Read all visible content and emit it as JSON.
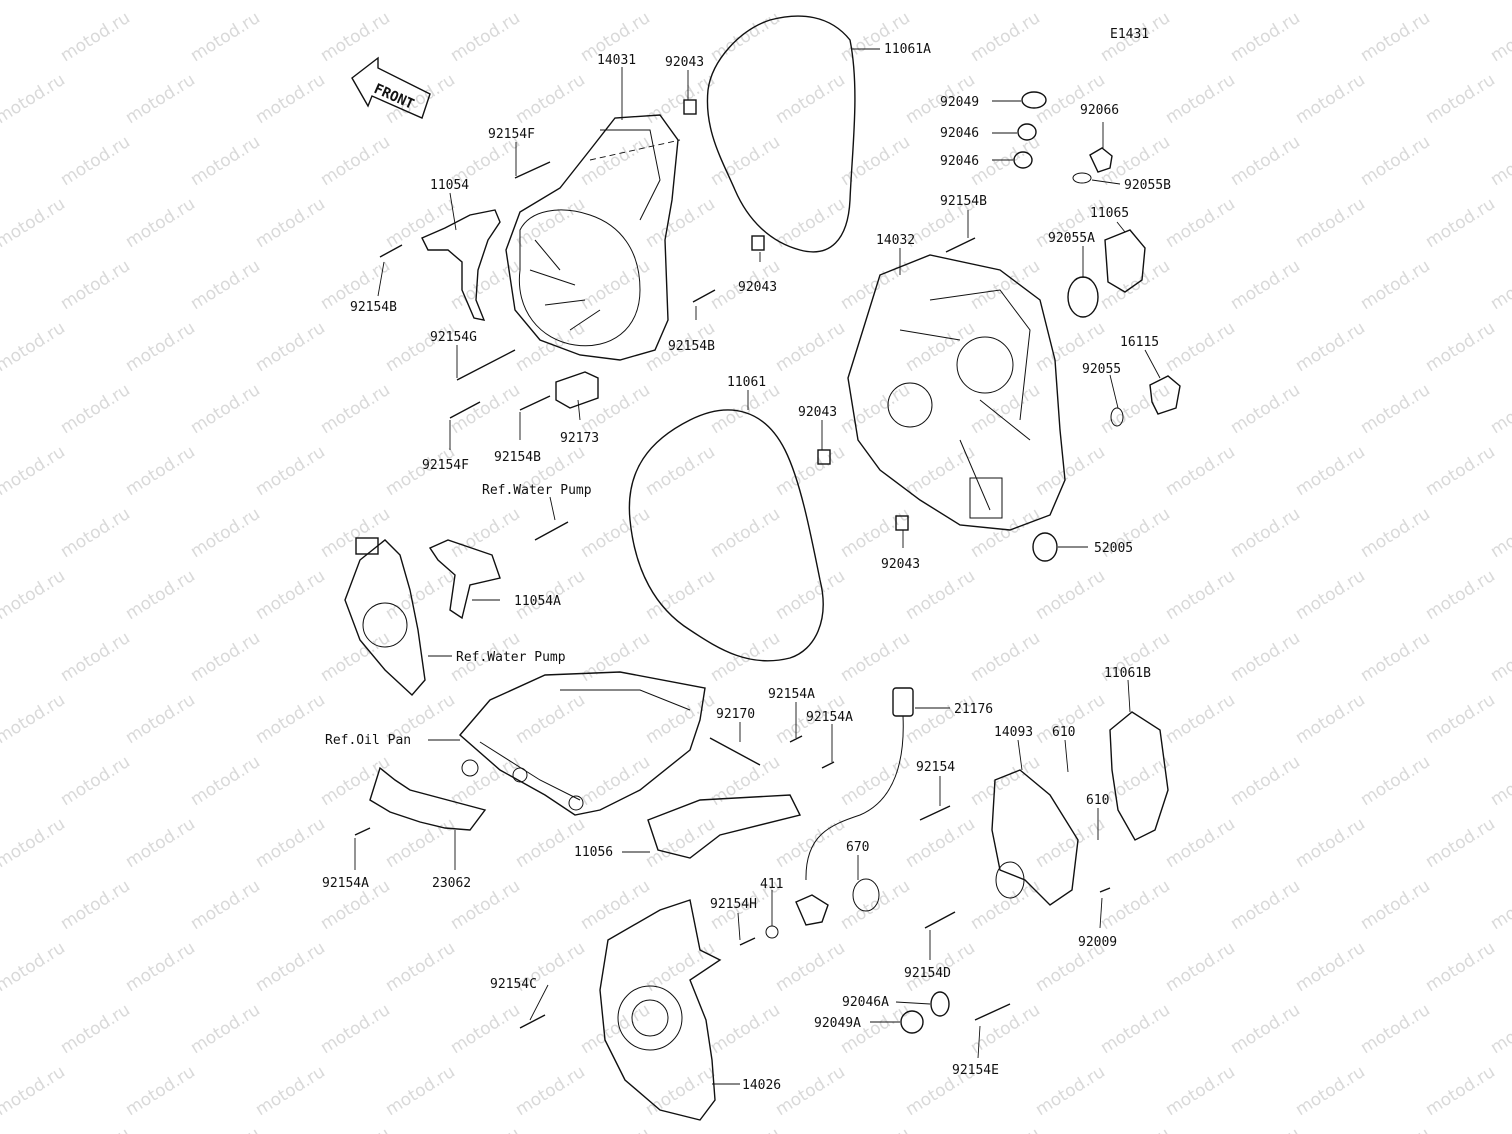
{
  "diagram_code": "E1431",
  "front_label": "FRONT",
  "watermark_text": "motod.ru",
  "colors": {
    "ink": "#111111",
    "watermark": "#d9d9d9",
    "background": "#ffffff"
  },
  "labels": {
    "p11061A": "11061A",
    "p14031": "14031",
    "p92043_top": "92043",
    "p92154F_top": "92154F",
    "p11054": "11054",
    "p92154B_left": "92154B",
    "p92154G": "92154G",
    "p92043_mid": "92043",
    "p92154B_mid": "92154B",
    "p92154F_bot": "92154F",
    "p92154B_bot": "92154B",
    "p92173": "92173",
    "p92049": "92049",
    "p92046_a": "92046",
    "p92046_b": "92046",
    "p92066": "92066",
    "p92055B": "92055B",
    "p92154B_right": "92154B",
    "p14032": "14032",
    "p11065": "11065",
    "p92055A": "92055A",
    "p16115": "16115",
    "p92055": "92055",
    "p11061": "11061",
    "p92043_r1": "92043",
    "p92043_r2": "92043",
    "p52005": "52005",
    "ref_water_pump_1": "Ref.Water Pump",
    "p11054A": "11054A",
    "ref_water_pump_2": "Ref.Water Pump",
    "ref_oil_pan": "Ref.Oil Pan",
    "p92170": "92170",
    "p92154A_1": "92154A",
    "p92154A_2": "92154A",
    "p21176": "21176",
    "p11061B": "11061B",
    "p14093": "14093",
    "p610_a": "610",
    "p610_b": "610",
    "p92154": "92154",
    "p670": "670",
    "p411": "411",
    "p92154H": "92154H",
    "p11056": "11056",
    "p92154A_3": "92154A",
    "p23062": "23062",
    "p92009": "92009",
    "p92154D": "92154D",
    "p92154C": "92154C",
    "p92046A": "92046A",
    "p92049A": "92049A",
    "p92154E": "92154E",
    "p14026": "14026"
  }
}
